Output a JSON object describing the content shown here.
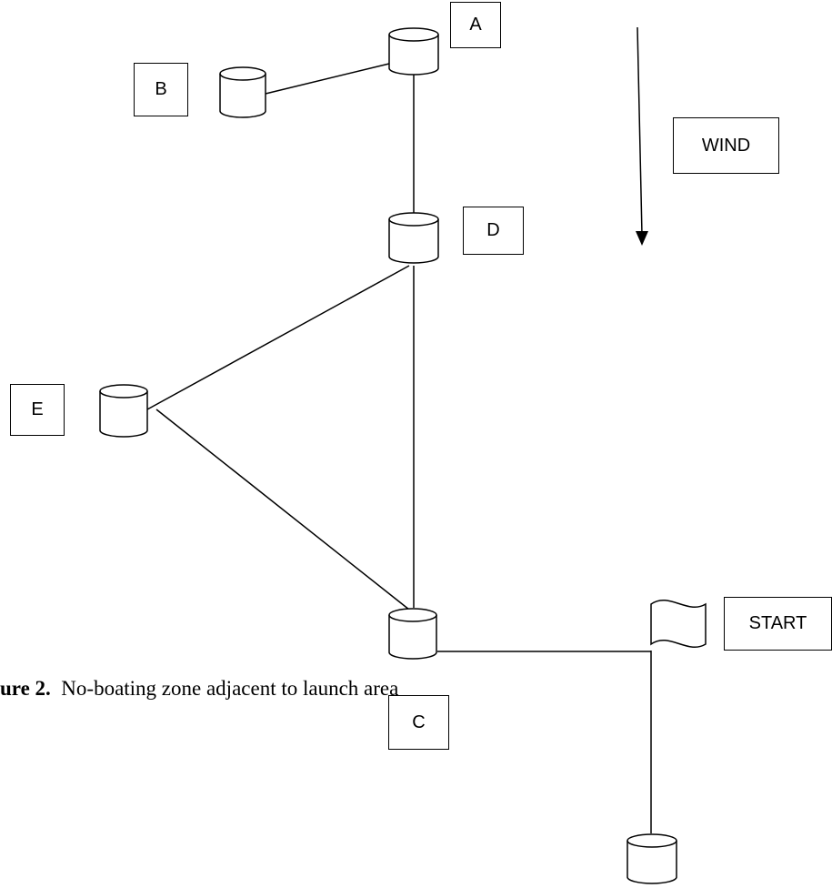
{
  "labels": {
    "a": "A",
    "b": "B",
    "c": "C",
    "d": "D",
    "e": "E",
    "wind": "WIND",
    "start": "START"
  },
  "caption": {
    "prefix": "ure 2.",
    "text": "No-boating zone adjacent to launch area"
  }
}
